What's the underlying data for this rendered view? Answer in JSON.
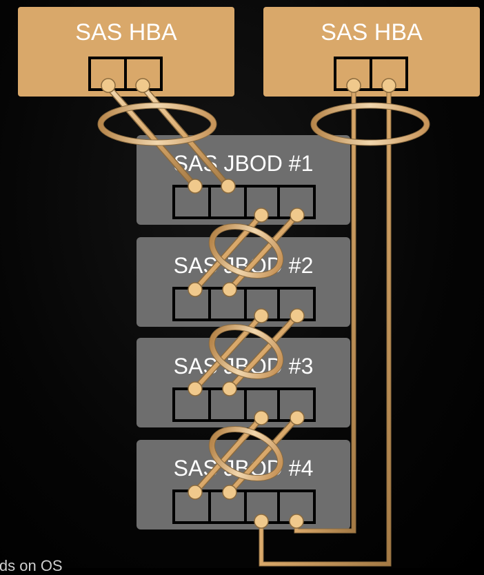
{
  "diagram": {
    "hbas": [
      {
        "label": "SAS HBA"
      },
      {
        "label": "SAS HBA"
      }
    ],
    "jbods": [
      {
        "label": "SAS JBOD #1"
      },
      {
        "label": "SAS JBOD #2"
      },
      {
        "label": "SAS JBOD #3"
      },
      {
        "label": "SAS JBOD #4"
      }
    ],
    "footer": "lds on OS",
    "colors": {
      "hba_fill": "#d9a86a",
      "jbod_fill": "#6e6e6e",
      "cable": "#e8c79a",
      "cable_shadow": "#8a6a3e",
      "port_stroke": "#000000"
    }
  }
}
